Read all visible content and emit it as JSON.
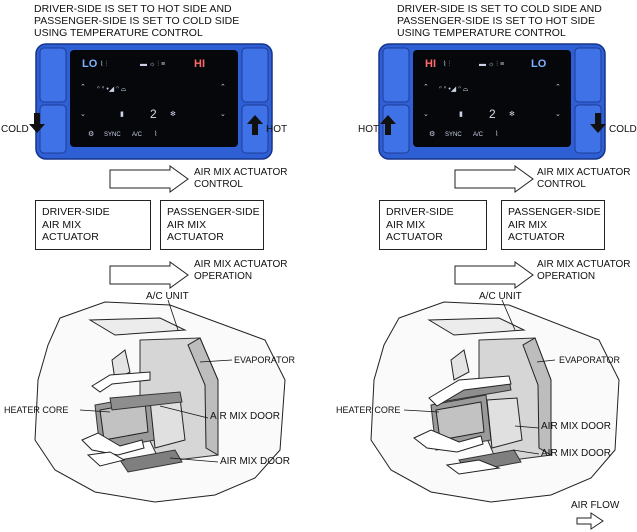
{
  "left_panel": {
    "title_lines": [
      "DRIVER-SIDE IS SET TO HOT SIDE AND",
      "PASSENGER-SIDE IS SET TO COLD SIDE",
      "USING TEMPERATURE CONTROL"
    ],
    "driver_display": "LO",
    "passenger_display": "HI",
    "left_knob_label": "COLD",
    "right_knob_label": "HOT",
    "fan_level": "2",
    "sync_label": "SYNC",
    "ac_label": "A/C",
    "control_step": "AIR MIX ACTUATOR CONTROL",
    "driver_box": [
      "DRIVER-SIDE",
      "AIR MIX",
      "ACTUATOR"
    ],
    "passenger_box": [
      "PASSENGER-SIDE",
      "AIR MIX",
      "ACTUATOR"
    ],
    "operation_step": "AIR MIX ACTUATOR OPERATION",
    "ac_unit_label": "A/C UNIT",
    "evaporator_label": "EVAPORATOR",
    "heater_core_label": "HEATER CORE",
    "door_label_1": "AIR MIX DOOR",
    "door_label_2": "AIR MIX DOOR"
  },
  "right_panel": {
    "title_lines": [
      "DRIVER-SIDE IS SET TO COLD SIDE AND",
      "PASSENGER-SIDE IS SET TO HOT SIDE",
      "USING TEMPERATURE CONTROL"
    ],
    "driver_display": "HI",
    "passenger_display": "LO",
    "left_knob_label": "HOT",
    "right_knob_label": "COLD",
    "fan_level": "2",
    "sync_label": "SYNC",
    "ac_label": "A/C",
    "control_step": "AIR MIX ACTUATOR CONTROL",
    "driver_box": [
      "DRIVER-SIDE",
      "AIR MIX",
      "ACTUATOR"
    ],
    "passenger_box": [
      "PASSENGER-SIDE",
      "AIR MIX",
      "ACTUATOR"
    ],
    "operation_step": "AIR MIX ACTUATOR OPERATION",
    "ac_unit_label": "A/C UNIT",
    "evaporator_label": "EVAPORATOR",
    "heater_core_label": "HEATER CORE",
    "door_label_1": "AIR MIX DOOR",
    "door_label_2": "AIR MIX DOOR"
  },
  "legend": {
    "air_flow_label": "AIR FLOW"
  },
  "colors": {
    "bezel": "#2f5fd4",
    "screen": "#05070b",
    "hot_text": "#ff6a6a",
    "cold_text": "#7fb2ff"
  }
}
